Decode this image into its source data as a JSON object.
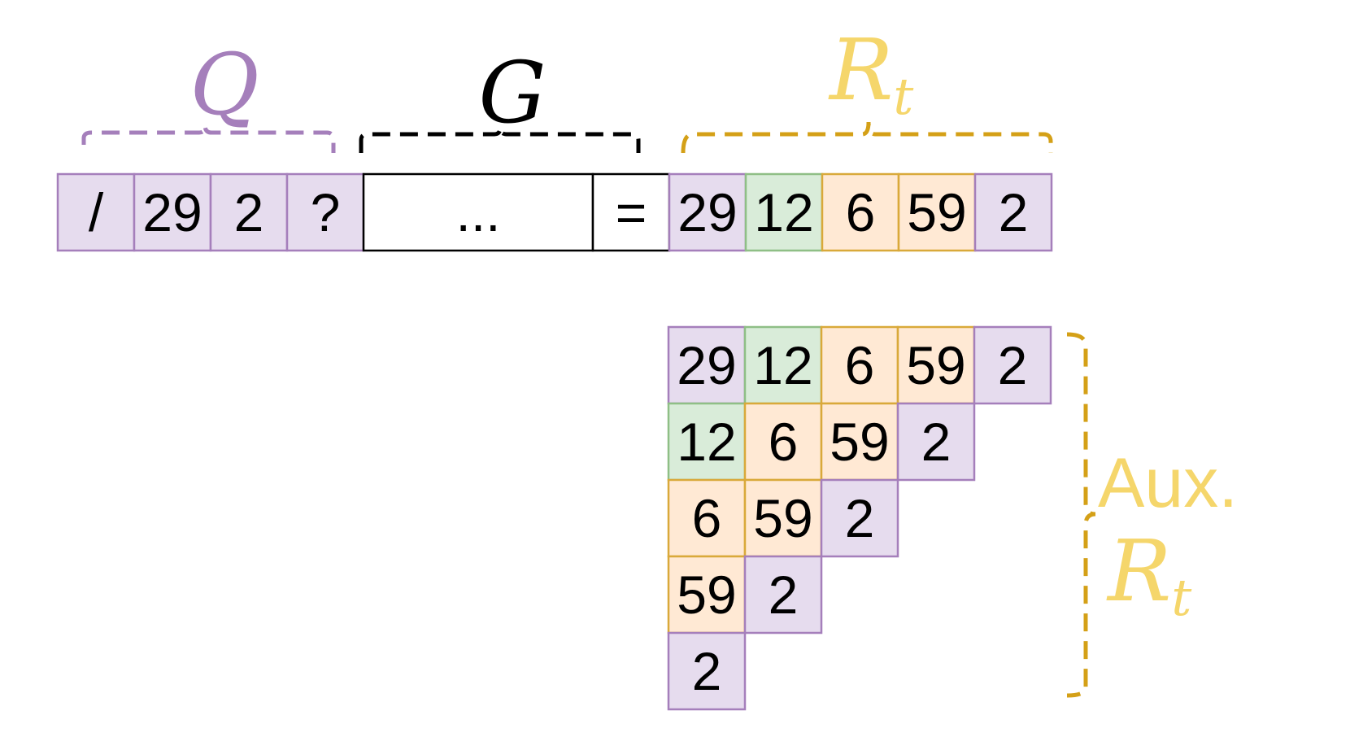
{
  "colors": {
    "purple_fill": "#e6dcee",
    "purple_stroke": "#a57fbb",
    "green_fill": "#d9ecd9",
    "green_stroke": "#8fbf86",
    "orange_fill": "#ffe9d4",
    "orange_stroke": "#d9a93a",
    "white_fill": "#ffffff",
    "black": "#000000",
    "q_label": "#a57fbb",
    "gold_brace": "#d4a017",
    "gold_label": "#f5d66b"
  },
  "labels": {
    "q": "Q",
    "g": "G",
    "r_main": "R",
    "r_sub": "t",
    "aux": "Aux.",
    "aux_r_main": "R",
    "aux_r_sub": "t"
  },
  "sequence": [
    {
      "text": "/",
      "color": "purple"
    },
    {
      "text": "29",
      "color": "purple"
    },
    {
      "text": "2",
      "color": "purple"
    },
    {
      "text": "?",
      "color": "purple"
    },
    {
      "text": "...",
      "color": "white"
    },
    {
      "text": "=",
      "color": "white"
    },
    {
      "text": "29",
      "color": "purple"
    },
    {
      "text": "12",
      "color": "green"
    },
    {
      "text": "6",
      "color": "orange"
    },
    {
      "text": "59",
      "color": "orange"
    },
    {
      "text": "2",
      "color": "purple"
    }
  ],
  "aux_rows": [
    [
      {
        "text": "29",
        "color": "purple"
      },
      {
        "text": "12",
        "color": "green"
      },
      {
        "text": "6",
        "color": "orange"
      },
      {
        "text": "59",
        "color": "orange"
      },
      {
        "text": "2",
        "color": "purple"
      }
    ],
    [
      {
        "text": "12",
        "color": "green"
      },
      {
        "text": "6",
        "color": "orange"
      },
      {
        "text": "59",
        "color": "orange"
      },
      {
        "text": "2",
        "color": "purple"
      }
    ],
    [
      {
        "text": "6",
        "color": "orange"
      },
      {
        "text": "59",
        "color": "orange"
      },
      {
        "text": "2",
        "color": "purple"
      }
    ],
    [
      {
        "text": "59",
        "color": "orange"
      },
      {
        "text": "2",
        "color": "purple"
      }
    ],
    [
      {
        "text": "2",
        "color": "purple"
      }
    ]
  ]
}
